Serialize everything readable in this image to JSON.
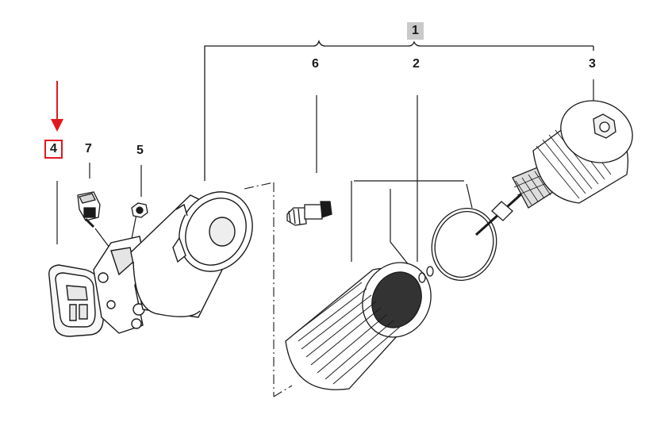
{
  "diagram": {
    "labels": {
      "main_assembly": "1",
      "o_ring": "2",
      "filter_cover": "3",
      "gasket": "4",
      "nut": "5",
      "oil_pressure_switch": "6",
      "sensor": "7"
    },
    "highlighted_part": "4",
    "colors": {
      "highlight": "#e0191f",
      "line": "#1a1a1a",
      "main_label_bg": "#c9c9c9"
    }
  }
}
